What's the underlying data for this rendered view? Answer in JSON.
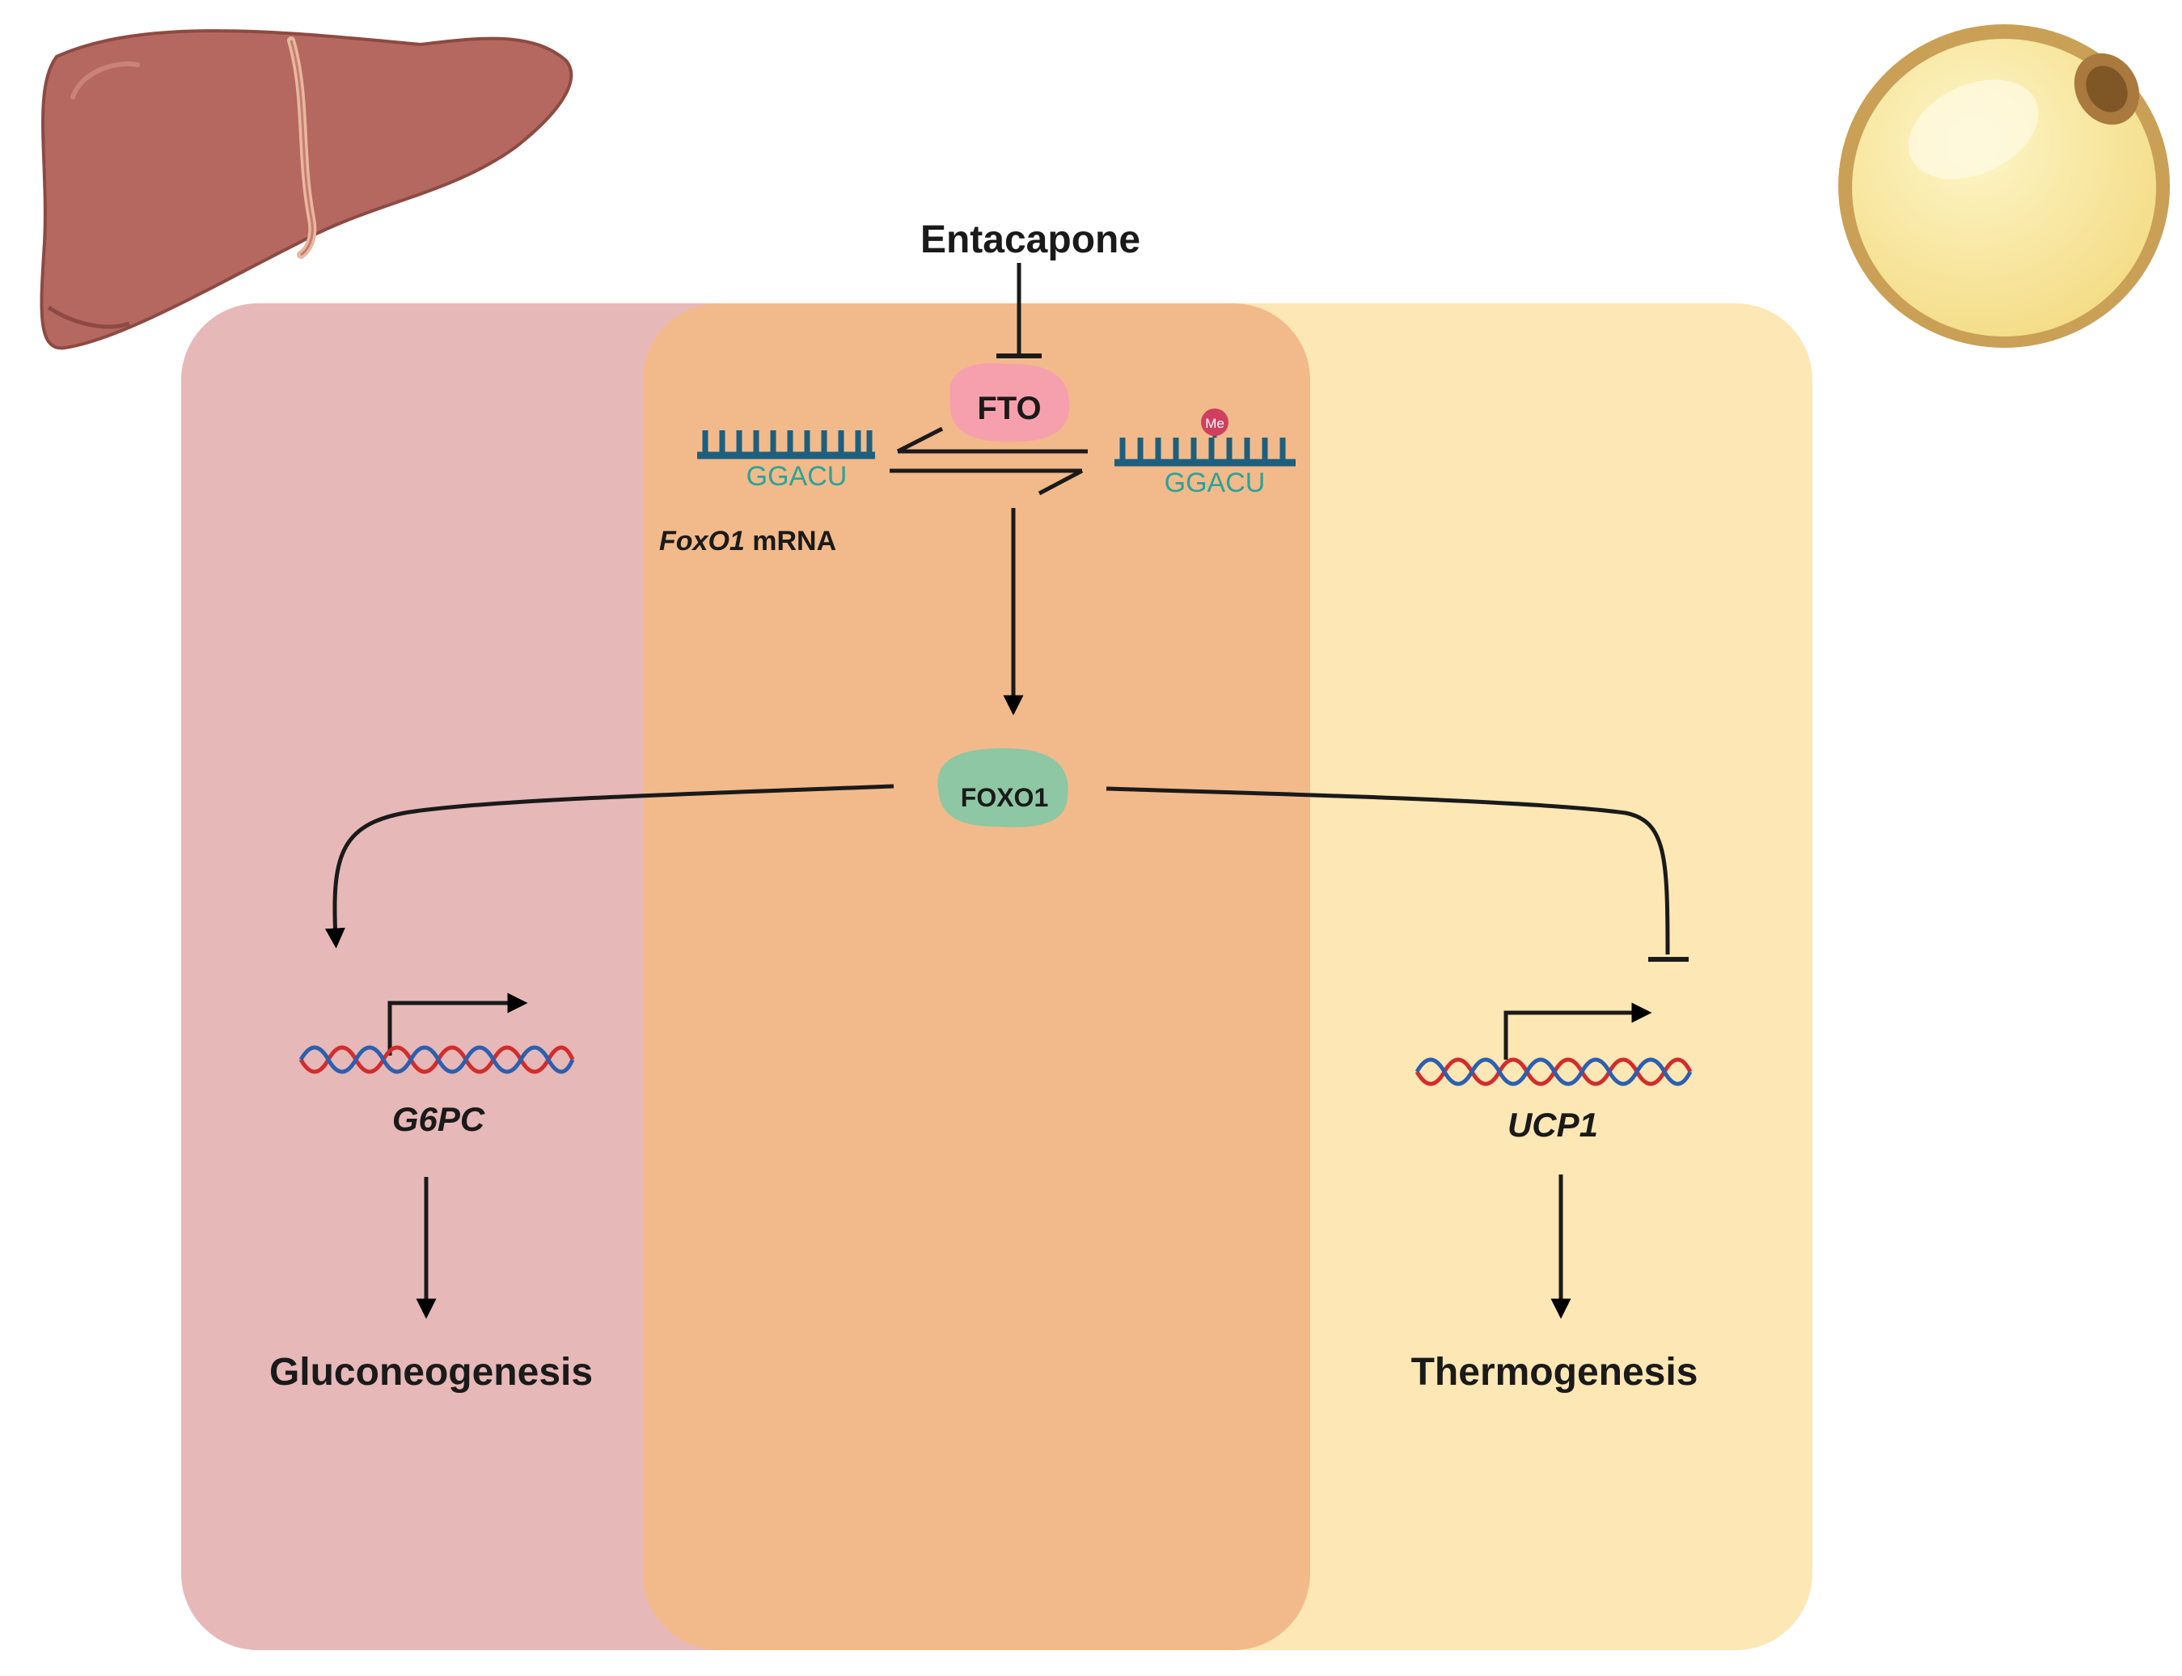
{
  "title": "Entacapone",
  "rna": {
    "left_motif": "GGACU",
    "right_motif": "GGACU",
    "methyl_mark": "Me",
    "mrna_gene": "FoxO1",
    "mrna_suffix": " mRNA"
  },
  "proteins": {
    "fto": "FTO",
    "foxo1": "FOXO1"
  },
  "genes": {
    "left": "G6PC",
    "right": "UCP1"
  },
  "outcomes": {
    "left": "Gluconeogenesis",
    "right": "Thermogenesis"
  },
  "colors": {
    "liver_panel": "#e7b8b8",
    "middle_panel": "#f2ba8a",
    "adipose_panel": "#fde7b4",
    "fto": "#f7a0ad",
    "foxo1": "#8dc7a3",
    "rna_strand": "#1d5f7d",
    "motif_text": "#2aa39a",
    "methyl": "#cf3f5f",
    "dna_red": "#d22c2c",
    "dna_blue": "#2c5fb0",
    "liver": "#b5685f",
    "fat_cell": "#f9e9a0"
  },
  "icons": [
    "liver-icon",
    "adipocyte-icon",
    "rna-strand-icon",
    "methyl-mark-icon",
    "dna-helix-icon"
  ]
}
